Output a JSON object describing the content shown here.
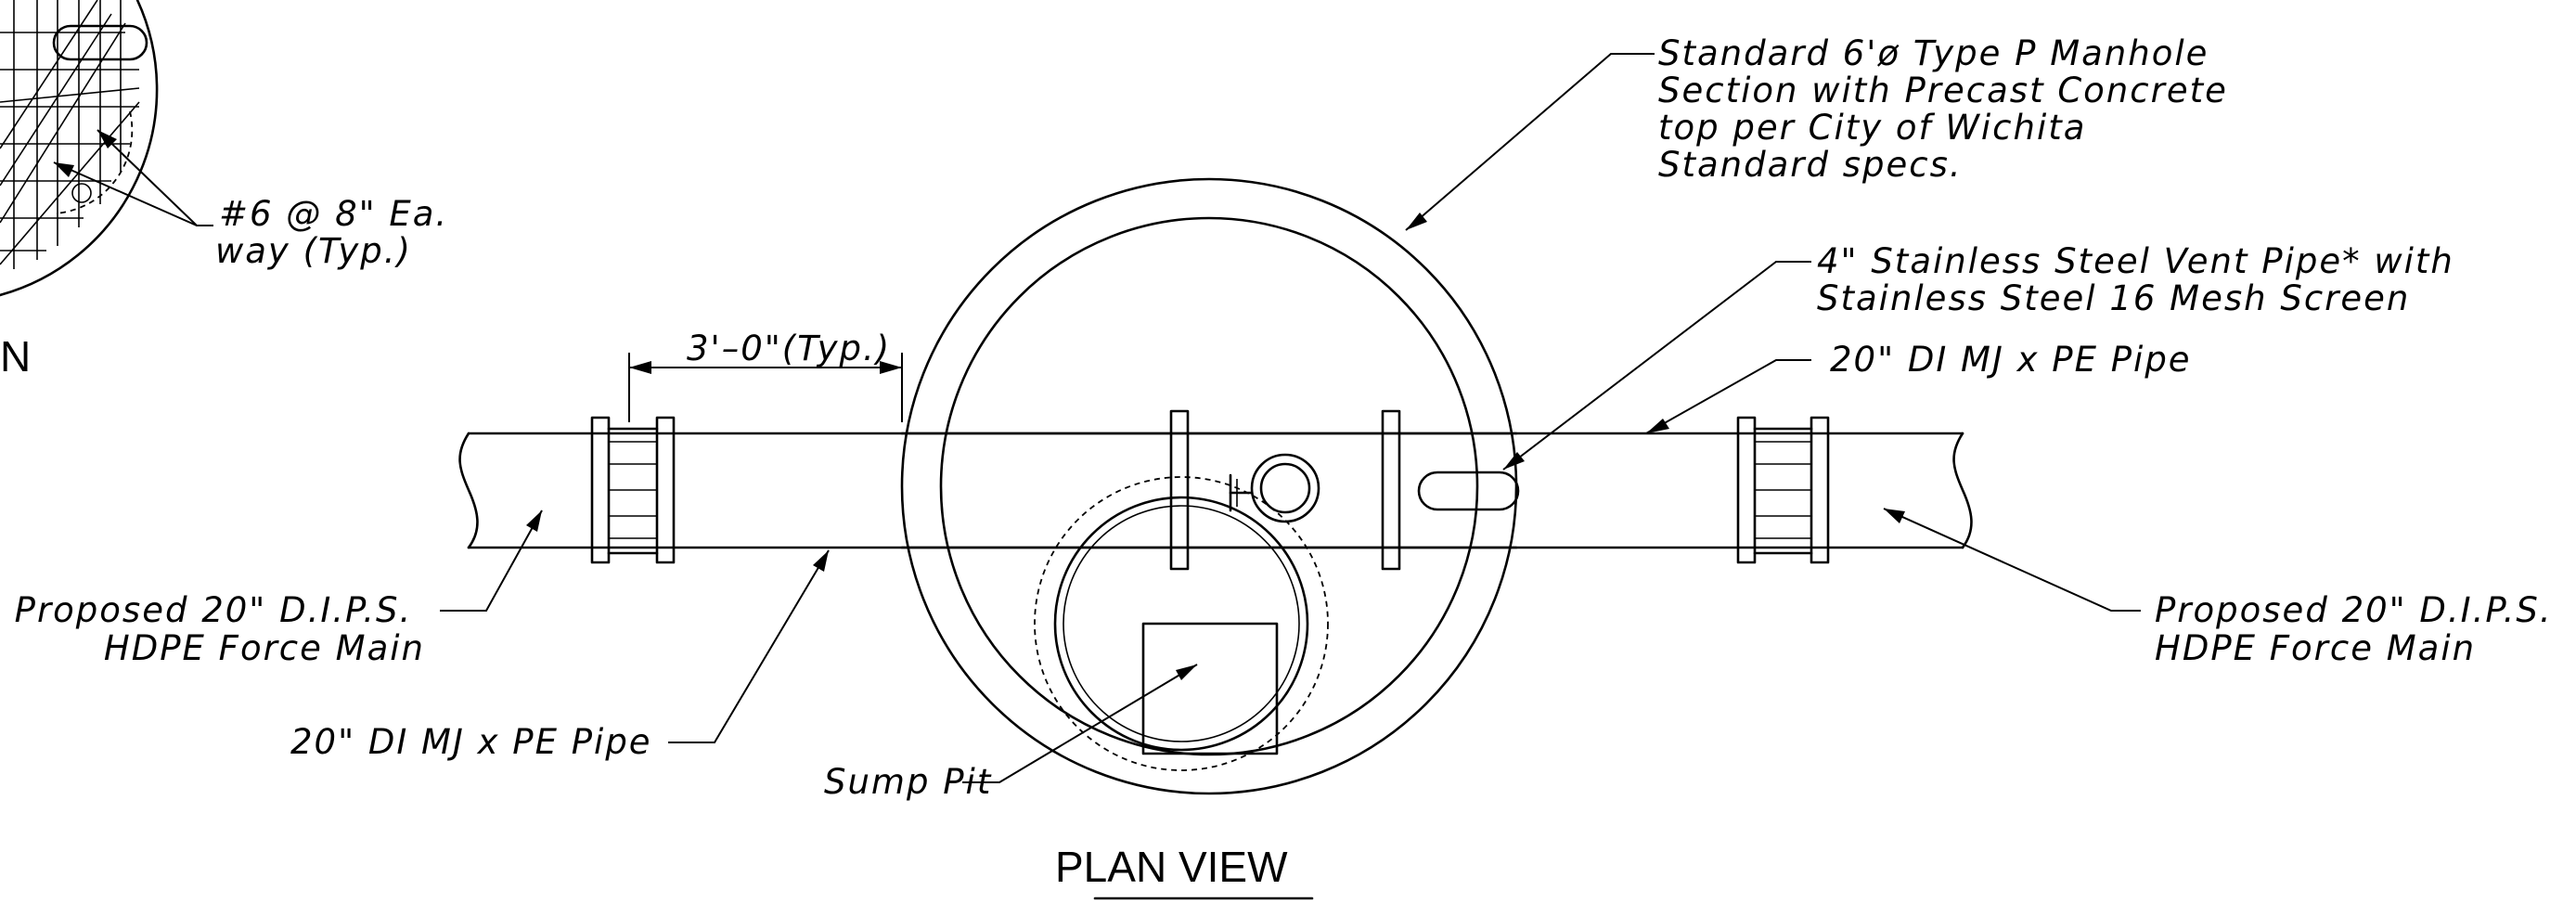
{
  "drawing": {
    "title": "PLAN VIEW",
    "partial_view_letter": "N"
  },
  "callouts": {
    "manhole": [
      "Standard 6'ø Type P Manhole",
      "Section with Precast Concrete",
      "top per City of Wichita",
      "Standard specs."
    ],
    "vent_pipe": [
      "4\" Stainless Steel Vent Pipe* with",
      "Stainless Steel 16 Mesh Screen"
    ],
    "mj_pipe_right": "20\" DI MJ x PE Pipe",
    "mj_pipe_left": "20\" DI MJ x PE Pipe",
    "force_main_left": [
      "Proposed 20\" D.I.P.S.",
      "HDPE Force Main"
    ],
    "force_main_right": [
      "Proposed 20\" D.I.P.S.",
      "HDPE Force Main"
    ],
    "sump_pit": "Sump Pit",
    "rebar": [
      "#6 @ 8\" Ea.",
      "way (Typ.)"
    ],
    "dimension": "3'–0\"(Typ.)"
  }
}
